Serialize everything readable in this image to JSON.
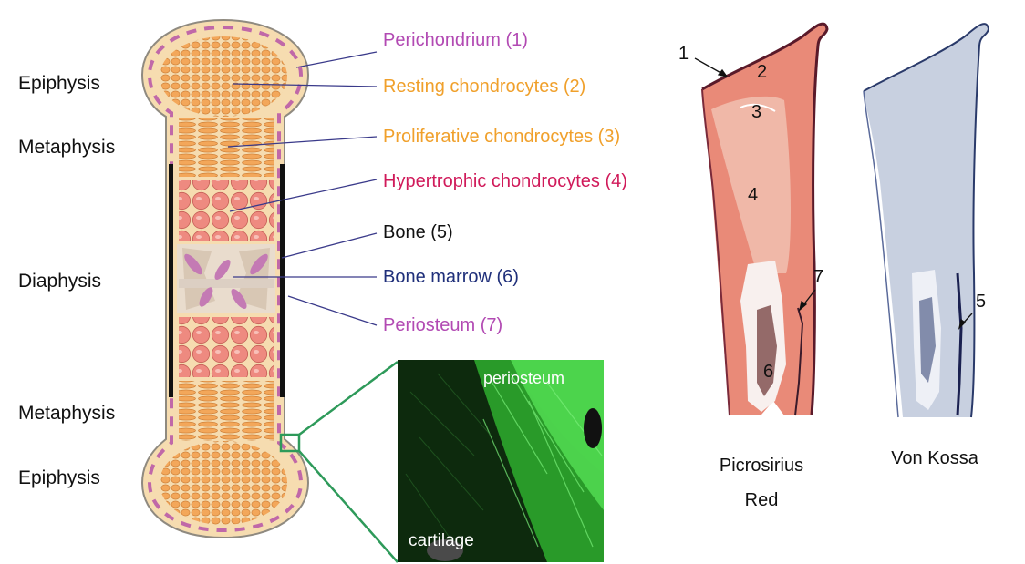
{
  "regions": [
    "Epiphysis",
    "Metaphysis",
    "Diaphysis",
    "Metaphysis",
    "Epiphysis"
  ],
  "labels": [
    {
      "text": "Perichondrium (1)",
      "color": "#b24ab3"
    },
    {
      "text": "Resting chondrocytes (2)",
      "color": "#f0a02b"
    },
    {
      "text": "Proliferative chondrocytes (3)",
      "color": "#f0a02b"
    },
    {
      "text": "Hypertrophic chondrocytes (4)",
      "color": "#d01a5a"
    },
    {
      "text": "Bone (5)",
      "color": "#111111"
    },
    {
      "text": "Bone marrow (6)",
      "color": "#1f2f7a"
    },
    {
      "text": "Periosteum (7)",
      "color": "#b24ab3"
    }
  ],
  "inset": {
    "top_label": "periosteum",
    "bottom_label": "cartilage"
  },
  "histology": {
    "numbers_red": [
      "1",
      "2",
      "3",
      "4",
      "7",
      "6"
    ],
    "numbers_blue": [
      "5"
    ],
    "captions": [
      "Picrosirius Red",
      "Von Kossa"
    ]
  },
  "colors": {
    "bone_fill": "#f6dcb0",
    "bone_outline": "#8f8a80",
    "chondrocyte": "#f3a75a",
    "hypertrophic": "#ee8a80",
    "marrow": "#e9dccd",
    "perichondrium": "#c068a8",
    "leader": "#3a3a8a",
    "green": "#2e9a5a"
  }
}
